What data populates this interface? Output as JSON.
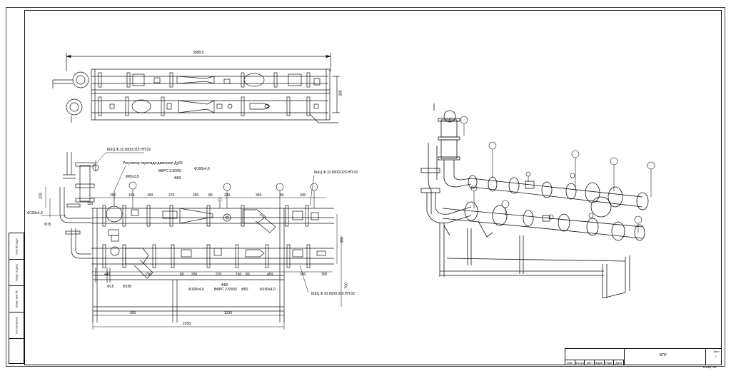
{
  "drawing": {
    "top_view": {
      "overall_dim": "3088,5",
      "side_dim": "300"
    },
    "front_view": {
      "callouts": {
        "kv_top": "КШЦ Ф.10.0000.015.НП.02",
        "regulator": "Регулятор перепада давления Ду65",
        "pipe_a": "Ф80х3,5",
        "ball_valve": "ВФРС 2.50/50",
        "pipe_b": "Ф50",
        "pipe_c": "Ф100х4,0",
        "kv_right": "КШЦ Ф.10.0000.020.НП.02",
        "pipe_left": "Ф100х4,0",
        "small_pipe": "Ф15",
        "pipe_bottom_1": "Ф100х4,0",
        "valve_bottom": "ВФРС 2.50/50",
        "pipe_bottom_2": "Ф50",
        "pipe_bottom_3": "Ф100х4,0",
        "kv_bottom": "КШЦ Ф.10.0000.020.НП.02",
        "small_left_1": "Ф15",
        "small_left_2": "Ф100",
        "pipe_bottom_4": "Ф80"
      },
      "top_dims": [
        "290",
        "150",
        "150",
        "270",
        "250",
        "80",
        "320",
        "394",
        "80",
        "330"
      ],
      "bottom_dims": [
        "440",
        "200",
        "250",
        "80",
        "270",
        "150",
        "80",
        "450",
        "330",
        "300"
      ],
      "left_dims": [
        "220",
        "120"
      ],
      "right_dims": [
        "480",
        "700"
      ],
      "frame_dims": {
        "left": "900",
        "right": "1230",
        "total": "2250"
      }
    }
  },
  "side_stamp": [
    "Инв.№ подл.",
    "Подп. и дата",
    "Взам. инв.№",
    "Согласовано",
    ""
  ],
  "title_block": {
    "cols": [
      "Изм.",
      "Кол.уч",
      "Лист",
      "№док.",
      "Подп.",
      "Дата"
    ],
    "code": "БПУ",
    "sheet_label": "Лист",
    "sheet_num": "1",
    "format": "Копир. А3"
  },
  "colors": {
    "line": "#111111",
    "paper": "#ffffff"
  }
}
